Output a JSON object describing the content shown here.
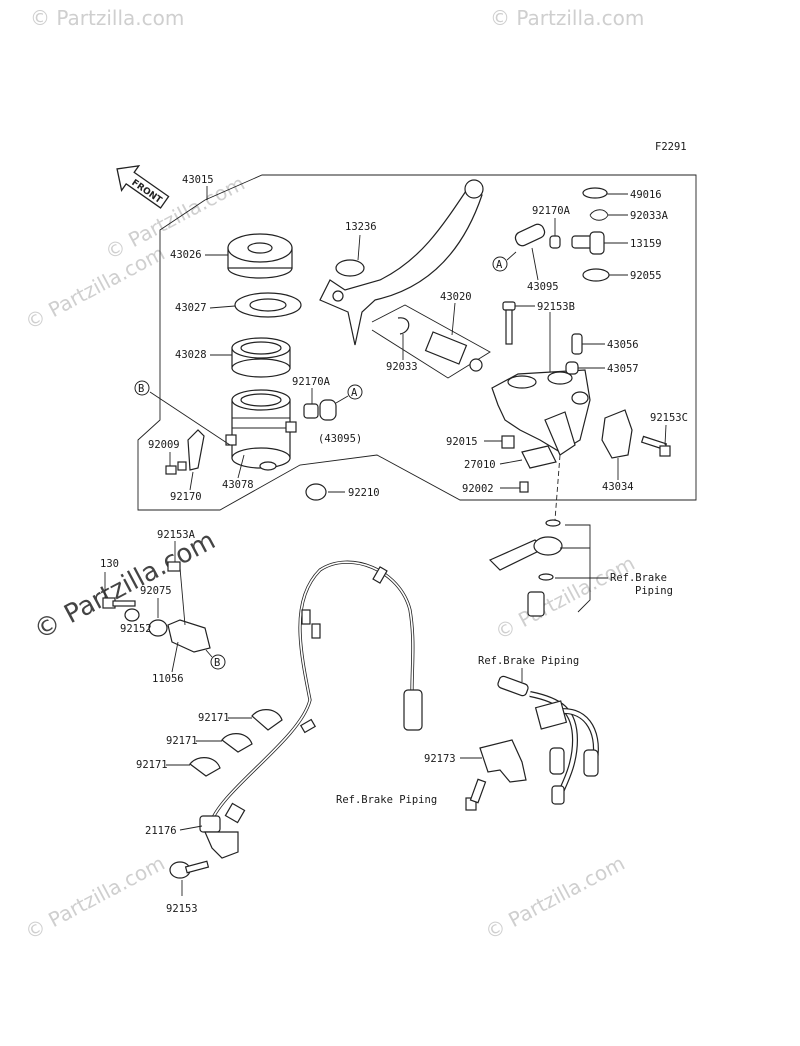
{
  "figure_code": "F2291",
  "front_label": "FRONT",
  "watermark": "© Partzilla.com",
  "callout_marks": {
    "A": "A",
    "B": "B"
  },
  "part_numbers": {
    "p43015": "43015",
    "p43026": "43026",
    "p43027": "43027",
    "p43028": "43028",
    "p92170A_left": "92170A",
    "p43095_paren": "(43095)",
    "p92009": "92009",
    "p92170": "92170",
    "p43078": "43078",
    "p92210": "92210",
    "p13236": "13236",
    "p43020": "43020",
    "p92033": "92033",
    "p92170A_right": "92170A",
    "p43095": "43095",
    "p49016": "49016",
    "p92033A": "92033A",
    "p13159": "13159",
    "p92055": "92055",
    "p92153B": "92153B",
    "p43056": "43056",
    "p43057": "43057",
    "p92153C": "92153C",
    "p92015": "92015",
    "p27010": "27010",
    "p92002": "92002",
    "p43034": "43034",
    "p92153A": "92153A",
    "p130": "130",
    "p92075": "92075",
    "p92152": "92152",
    "p11056": "11056",
    "p92171_a": "92171",
    "p92171_b": "92171",
    "p92171_c": "92171",
    "p21176": "21176",
    "p92153": "92153",
    "p92173": "92173"
  },
  "references": {
    "ref_brake_piping_1": "Ref.Brake",
    "ref_brake_piping_1b": "Piping",
    "ref_brake_piping_2": "Ref.Brake Piping",
    "ref_brake_piping_3": "Ref.Brake Piping"
  }
}
